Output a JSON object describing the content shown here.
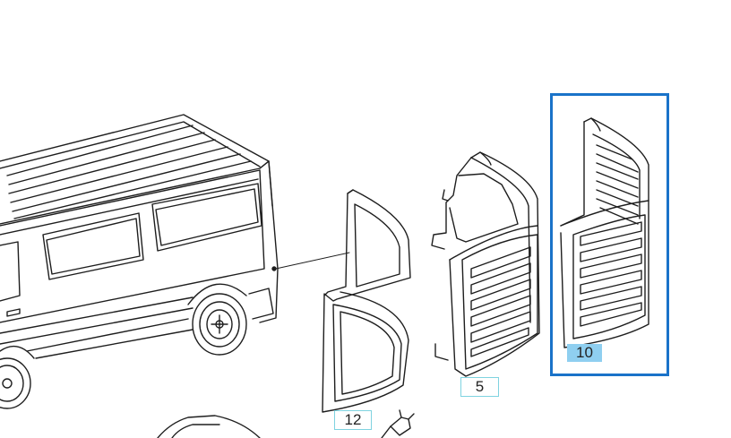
{
  "callouts": {
    "part_12": "12",
    "part_5": "5",
    "part_10": "10"
  },
  "selection": {
    "selected_part": "10",
    "highlight_color": "#1a73c9",
    "label_highlight": "#8fcff0"
  },
  "line_color": "#1e1e1e"
}
